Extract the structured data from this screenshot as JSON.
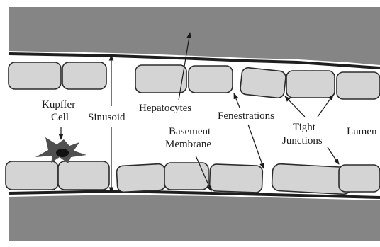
{
  "colors": {
    "tissue": "#858585",
    "lumen": "#f7f7f7",
    "cell_fill": "#d4d4d4",
    "cell_outline": "#2b2b2b",
    "membrane": "#1e1e1e",
    "kupffer_body": "#4f4f4f",
    "kupffer_nucleus": "#111111"
  },
  "labels": {
    "kupffer_line1": "Kupffer",
    "kupffer_line2": "Cell",
    "sinusoid": "Sinusoid",
    "hepatocytes": "Hepatocytes",
    "basement_line1": "Basement",
    "basement_line2": "Membrane",
    "fenestrations": "Fenestrations",
    "tight_line1": "Tight",
    "tight_line2": "Junctions",
    "lumen": "Lumen"
  }
}
